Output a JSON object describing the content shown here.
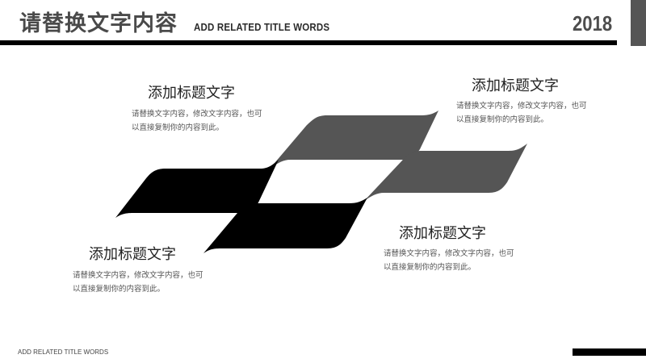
{
  "header": {
    "title": "请替换文字内容",
    "subtitle": "ADD RELATED TITLE WORDS",
    "year": "2018"
  },
  "blocks": [
    {
      "title": "添加标题文字",
      "body_line1": "请替换文字内容，修改文字内容，也可",
      "body_line2": "以直接复制你的内容到此。"
    },
    {
      "title": "添加标题文字",
      "body_line1": "请替换文字内容，修改文字内容，也可",
      "body_line2": "以直接复制你的内容到此。"
    },
    {
      "title": "添加标题文字",
      "body_line1": "请替换文字内容，修改文字内容，也可",
      "body_line2": "以直接复制你的内容到此。"
    },
    {
      "title": "添加标题文字",
      "body_line1": "请替换文字内容，修改文字内容，也可",
      "body_line2": "以直接复制你的内容到此。"
    }
  ],
  "shapes": {
    "colors": {
      "dark": "#000000",
      "gray": "#555555"
    }
  },
  "footer": {
    "text": "ADD RELATED TITLE WORDS"
  }
}
